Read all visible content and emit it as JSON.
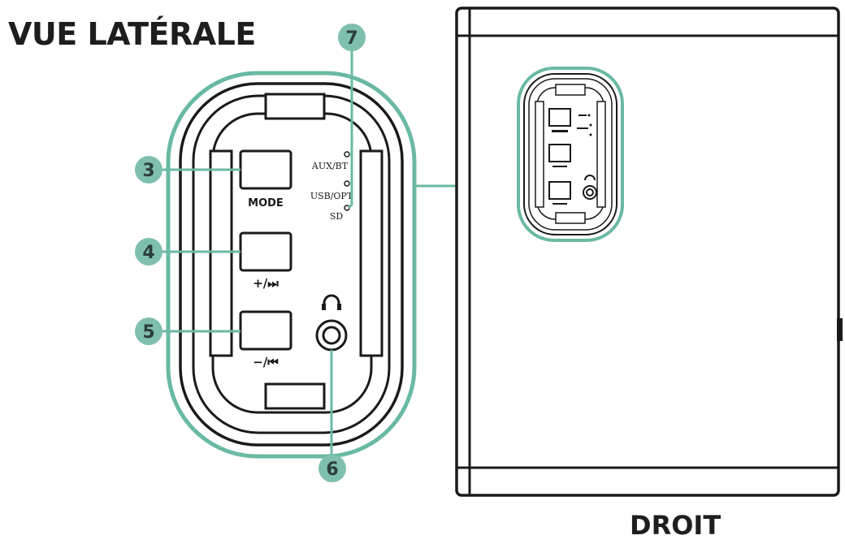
{
  "titles": {
    "main": "VUE LATÉRALE",
    "side": "DROIT"
  },
  "callouts": [
    "3",
    "4",
    "5",
    "6",
    "7"
  ],
  "buttons": {
    "mode": "MODE",
    "plus": "+/⏭",
    "minus": "−/⏮"
  },
  "indicators": {
    "aux_bt": "AUX/BT",
    "usb_opt": "USB/OPT",
    "sd": "SD"
  },
  "icons": [
    "headphones-icon",
    "jack-port-icon"
  ],
  "colors": {
    "accent": "#69b9a3",
    "callout_fill": "#7fbfae",
    "line": "#1a1a1a"
  }
}
